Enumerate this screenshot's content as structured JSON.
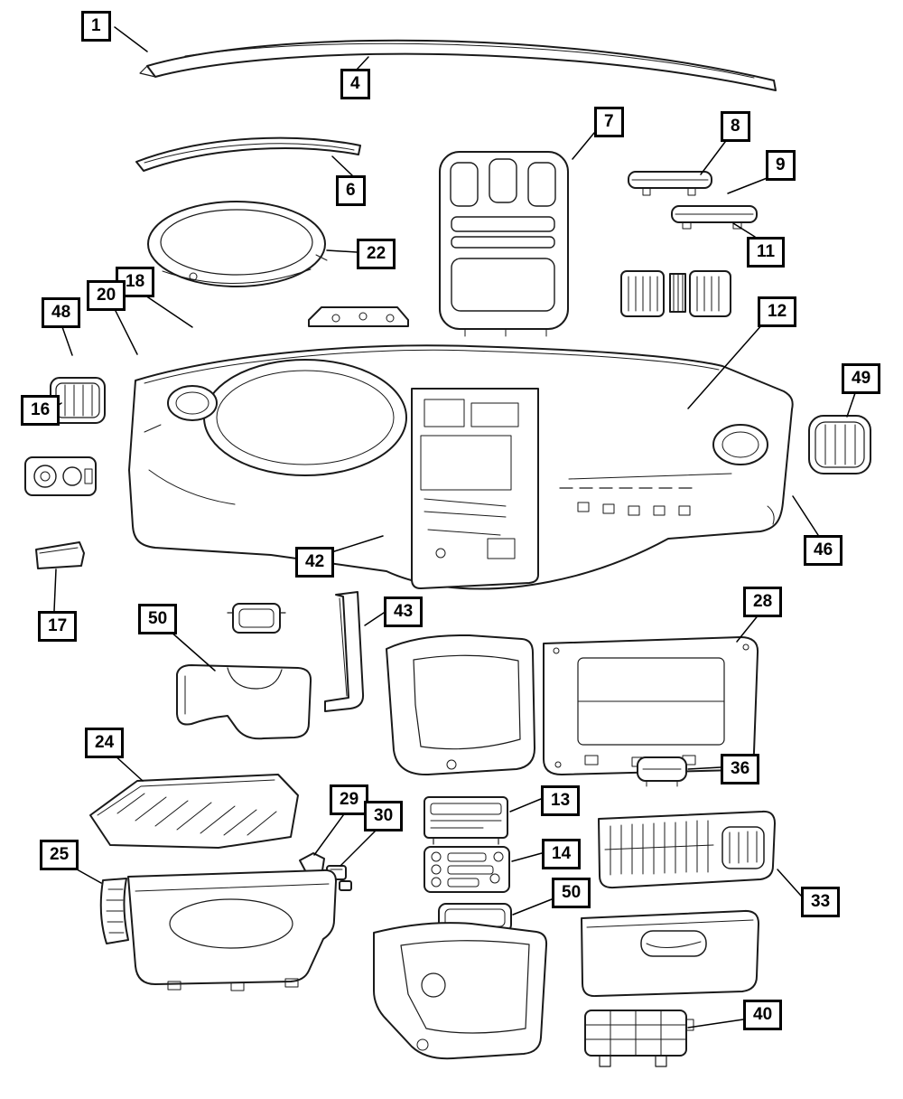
{
  "diagram": {
    "description": "Instrument panel exploded parts diagram",
    "colors": {
      "line": "#1a1a1a",
      "background": "#ffffff",
      "callout_border": "#000000"
    },
    "callouts": [
      {
        "label": "1"
      },
      {
        "label": "4"
      },
      {
        "label": "6"
      },
      {
        "label": "7"
      },
      {
        "label": "8"
      },
      {
        "label": "9"
      },
      {
        "label": "11"
      },
      {
        "label": "22"
      },
      {
        "label": "18"
      },
      {
        "label": "20"
      },
      {
        "label": "48"
      },
      {
        "label": "12"
      },
      {
        "label": "49"
      },
      {
        "label": "16"
      },
      {
        "label": "46"
      },
      {
        "label": "42"
      },
      {
        "label": "17"
      },
      {
        "label": "43"
      },
      {
        "label": "28"
      },
      {
        "label": "50"
      },
      {
        "label": "24"
      },
      {
        "label": "36"
      },
      {
        "label": "29"
      },
      {
        "label": "30"
      },
      {
        "label": "13"
      },
      {
        "label": "14"
      },
      {
        "label": "25"
      },
      {
        "label": "50"
      },
      {
        "label": "33"
      },
      {
        "label": "40"
      }
    ]
  }
}
